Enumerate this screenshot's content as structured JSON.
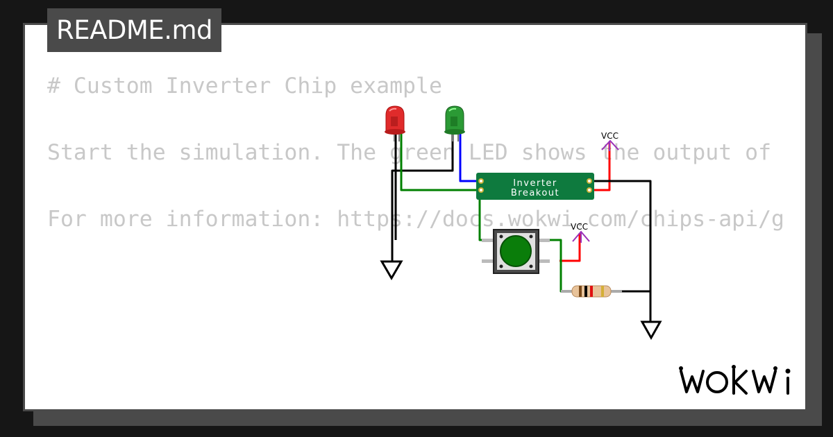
{
  "tab": {
    "title": "README.md"
  },
  "readme": {
    "heading": "# Custom Inverter Chip example",
    "line1": "Start the simulation. The green LED shows the output of",
    "line2": "For more information: https://docs.wokwi.com/chips-api/g"
  },
  "circuit": {
    "chip": {
      "line1": "Inverter",
      "line2": "Breakout",
      "color": "#0e7a3e"
    },
    "vcc_labels": [
      "VCC",
      "VCC"
    ],
    "colors": {
      "wire_green": "#008000",
      "wire_blue": "#0000ff",
      "wire_red": "#ff0000",
      "wire_black": "#000000",
      "vcc": "#9b30b8"
    },
    "leds": [
      {
        "color": "red"
      },
      {
        "color": "green"
      }
    ]
  },
  "brand": {
    "logo": "WOKWI"
  }
}
